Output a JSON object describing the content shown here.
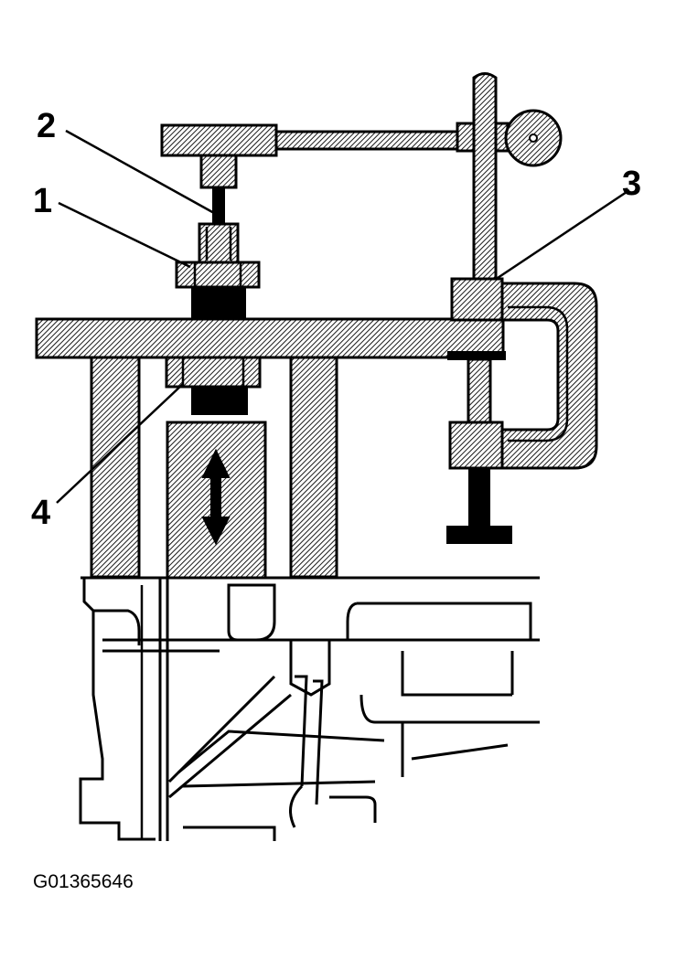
{
  "figure": {
    "id_label": "G01365646",
    "callouts": [
      {
        "label": "1",
        "part": "valve-stem-adapter"
      },
      {
        "label": "2",
        "part": "dial-indicator-plunger"
      },
      {
        "label": "3",
        "part": "dial-indicator-clamp"
      },
      {
        "label": "4",
        "part": "valve-spring-retainer"
      }
    ],
    "movement_arrow": "up-down"
  }
}
